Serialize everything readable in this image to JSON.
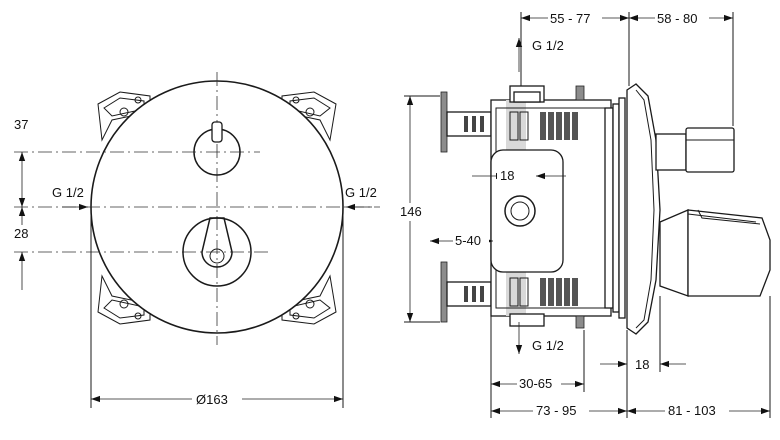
{
  "diagram": {
    "front_view": {
      "dim_top_spacing": "37",
      "dim_bottom_spacing": "28",
      "inlet_left": "G 1/2",
      "inlet_right": "G 1/2",
      "diameter": "Ø163"
    },
    "side_view": {
      "dim_top_left": "55 - 77",
      "dim_top_right": "58 - 80",
      "outlet_top": "G 1/2",
      "outlet_bottom": "G 1/2",
      "height": "146",
      "inner_width": "18",
      "inner_offset": "5-40",
      "plate_thickness": "18",
      "depth_range_a": "30-65",
      "depth_range_b": "73 - 95",
      "depth_range_c": "81 - 103"
    }
  }
}
